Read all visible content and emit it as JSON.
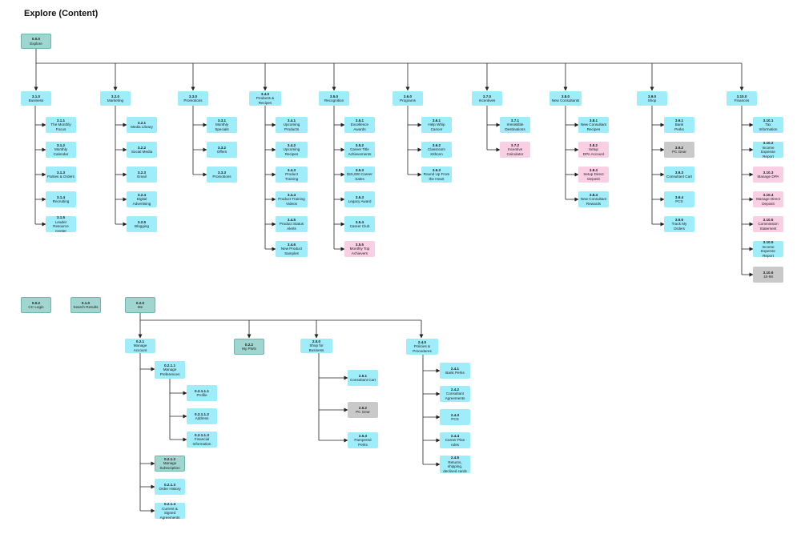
{
  "title": "Explore (Content)",
  "colors": {
    "cyan": "#9fecfb",
    "teal": "#9fd6cf",
    "pink": "#fbcfe3",
    "gray": "#c9c9c9",
    "line": "#222222"
  },
  "nodes": [
    {
      "id": "n-0",
      "code": "0.0.0",
      "label": "Explore",
      "kind": "teal"
    },
    {
      "id": "n-1",
      "code": "3.1.0",
      "label": "Business",
      "kind": "cyan"
    },
    {
      "id": "n-2",
      "code": "3.2.0",
      "label": "Marketing",
      "kind": "cyan"
    },
    {
      "id": "n-3",
      "code": "3.3.0",
      "label": "Promotions",
      "kind": "cyan"
    },
    {
      "id": "n-4",
      "code": "3.4.0",
      "label": "Products & Recipes",
      "kind": "cyan"
    },
    {
      "id": "n-5",
      "code": "3.5.0",
      "label": "Recognition",
      "kind": "cyan"
    },
    {
      "id": "n-6",
      "code": "3.6.0",
      "label": "Programs",
      "kind": "cyan"
    },
    {
      "id": "n-7",
      "code": "3.7.0",
      "label": "Incentives",
      "kind": "cyan"
    },
    {
      "id": "n-8",
      "code": "3.8.0",
      "label": "New Consultants",
      "kind": "cyan"
    },
    {
      "id": "n-9",
      "code": "3.9.0",
      "label": "Shop",
      "kind": "cyan"
    },
    {
      "id": "n-10",
      "code": "3.10.0",
      "label": "Finances",
      "kind": "cyan"
    },
    {
      "id": "c1-1",
      "code": "3.1.1",
      "label": "The Monthly Focus",
      "kind": "cyan"
    },
    {
      "id": "c1-2",
      "code": "3.1.2",
      "label": "Monthly\nCalendar",
      "kind": "cyan"
    },
    {
      "id": "c1-3",
      "code": "3.1.3",
      "label": "Parties & Orders",
      "kind": "cyan"
    },
    {
      "id": "c1-4",
      "code": "3.1.4",
      "label": "Recruiting",
      "kind": "cyan"
    },
    {
      "id": "c1-5",
      "code": "3.1.5",
      "label": "Leader Resource\nCenter",
      "kind": "cyan"
    },
    {
      "id": "c2-1",
      "code": "3.2.1",
      "label": "Media Library",
      "kind": "cyan"
    },
    {
      "id": "c2-2",
      "code": "3.2.2",
      "label": "Social Media",
      "kind": "cyan"
    },
    {
      "id": "c2-3",
      "code": "3.2.3",
      "label": "Email",
      "kind": "cyan"
    },
    {
      "id": "c2-4",
      "code": "3.2.4",
      "label": "Digital\nAdvertising",
      "kind": "cyan"
    },
    {
      "id": "c2-5",
      "code": "3.2.5",
      "label": "Blogging",
      "kind": "cyan"
    },
    {
      "id": "c3-1",
      "code": "3.3.1",
      "label": "Monthly\nSpecials",
      "kind": "cyan"
    },
    {
      "id": "c3-2",
      "code": "3.3.2",
      "label": "Offers",
      "kind": "cyan"
    },
    {
      "id": "c3-3",
      "code": "3.3.3",
      "label": "Promotions",
      "kind": "cyan"
    },
    {
      "id": "c4-1",
      "code": "3.4.1",
      "label": "Upcoming Products",
      "kind": "cyan"
    },
    {
      "id": "c4-2",
      "code": "3.4.2",
      "label": "Upcoming Recipes",
      "kind": "cyan"
    },
    {
      "id": "c4-3",
      "code": "3.4.3",
      "label": "Product\nTraining",
      "kind": "cyan"
    },
    {
      "id": "c4-4",
      "code": "3.4.4",
      "label": "Product Training\nVideos",
      "kind": "cyan"
    },
    {
      "id": "c4-5",
      "code": "3.4.5",
      "label": "Product Status\nAlerts",
      "kind": "cyan"
    },
    {
      "id": "c4-6",
      "code": "3.4.6",
      "label": "New Product\nSamples",
      "kind": "cyan"
    },
    {
      "id": "c5-1",
      "code": "3.5.1",
      "label": "Excellence Awards",
      "kind": "cyan"
    },
    {
      "id": "c5-2",
      "code": "3.5.2",
      "label": "Career Title\nAchievements",
      "kind": "cyan"
    },
    {
      "id": "c5-3",
      "code": "3.5.3",
      "label": "$15,000 Career\nSales",
      "kind": "cyan"
    },
    {
      "id": "c5-4",
      "code": "3.5.3",
      "label": "Legacy Award",
      "kind": "cyan"
    },
    {
      "id": "c5-5",
      "code": "3.5.4",
      "label": "Career Club",
      "kind": "cyan"
    },
    {
      "id": "c5-6",
      "code": "3.5.5",
      "label": "Monthly Top\nAchievers",
      "kind": "pink"
    },
    {
      "id": "c6-1",
      "code": "3.6.1",
      "label": "Help Whip Cancer",
      "kind": "cyan"
    },
    {
      "id": "c6-2",
      "code": "3.6.2",
      "label": "Classroom Kithcen",
      "kind": "cyan"
    },
    {
      "id": "c6-3",
      "code": "3.6.3",
      "label": "Round Up From\nthe Heart",
      "kind": "cyan"
    },
    {
      "id": "c7-1",
      "code": "3.7.1",
      "label": "Irresistible\nDestinations",
      "kind": "cyan"
    },
    {
      "id": "c7-2",
      "code": "3.7.2",
      "label": "Incentive\nCalculator",
      "kind": "pink"
    },
    {
      "id": "c8-1",
      "code": "3.8.1",
      "label": "New Consultant\nRecipes",
      "kind": "cyan"
    },
    {
      "id": "c8-2",
      "code": "3.8.2",
      "label": "Setup\nDPA Account",
      "kind": "pink"
    },
    {
      "id": "c8-3",
      "code": "3.8.3",
      "label": "Setup Direct\nDeposit",
      "kind": "pink"
    },
    {
      "id": "c8-4",
      "code": "3.8.4",
      "label": "New Consultant\nRewards",
      "kind": "cyan"
    },
    {
      "id": "c9-1",
      "code": "3.9.1",
      "label": "Bank\nPerks",
      "kind": "cyan"
    },
    {
      "id": "c9-2",
      "code": "3.9.2",
      "label": "PC Gear",
      "kind": "gray"
    },
    {
      "id": "c9-3",
      "code": "3.9.3",
      "label": "Consultant Cart",
      "kind": "cyan"
    },
    {
      "id": "c9-4",
      "code": "3.9.4",
      "label": "PCS",
      "kind": "cyan"
    },
    {
      "id": "c9-5",
      "code": "3.9.5",
      "label": "Track My\nOrders",
      "kind": "cyan"
    },
    {
      "id": "c10-1",
      "code": "3.10.1",
      "label": "Tax\nInformation",
      "kind": "cyan"
    },
    {
      "id": "c10-2",
      "code": "3.10.2",
      "label": "Income Expense\nReport",
      "kind": "cyan"
    },
    {
      "id": "c10-3",
      "code": "3.10.3",
      "label": "Manage DPA",
      "kind": "pink"
    },
    {
      "id": "c10-4",
      "code": "3.10.4",
      "label": "Manage Direct\nDeposit",
      "kind": "pink"
    },
    {
      "id": "c10-5",
      "code": "3.10.5",
      "label": "Commission\nStatement",
      "kind": "pink"
    },
    {
      "id": "c10-6",
      "code": "3.10.5",
      "label": "Income Expense\nReport",
      "kind": "cyan"
    },
    {
      "id": "c10-7",
      "code": "3.10.6",
      "label": "10-99",
      "kind": "gray"
    },
    {
      "id": "b-cc",
      "code": "0.0.2",
      "label": "CC Login",
      "kind": "teal"
    },
    {
      "id": "b-sr",
      "code": "0.1.0",
      "label": "Search Results",
      "kind": "teal"
    },
    {
      "id": "b-me",
      "code": "0.2.0",
      "label": "Me",
      "kind": "teal"
    },
    {
      "id": "m-1",
      "code": "0.2.1",
      "label": "Manage Account",
      "kind": "cyan"
    },
    {
      "id": "m-2",
      "code": "0.2.2",
      "label": "My PWS",
      "kind": "teal"
    },
    {
      "id": "m-3",
      "code": "2.5.0",
      "label": "Shop for Business",
      "kind": "cyan"
    },
    {
      "id": "m-4",
      "code": "2.4.0",
      "label": "Policies &\nProcedures",
      "kind": "cyan"
    },
    {
      "id": "ma-1",
      "code": "0.2.1.1",
      "label": "Manage\nPreferences",
      "kind": "cyan"
    },
    {
      "id": "ma-1a",
      "code": "0.2.1.1.1",
      "label": "Profile",
      "kind": "cyan"
    },
    {
      "id": "ma-1b",
      "code": "0.2.1.1.2",
      "label": "Address",
      "kind": "cyan"
    },
    {
      "id": "ma-1c",
      "code": "0.2.1.1.3",
      "label": "Financial\nInformation",
      "kind": "cyan"
    },
    {
      "id": "ma-2",
      "code": "0.2.1.2",
      "label": "Manage\nSubscription",
      "kind": "teal"
    },
    {
      "id": "ma-3",
      "code": "0.2.1.3",
      "label": "Order History",
      "kind": "cyan"
    },
    {
      "id": "ma-4",
      "code": "0.2.1.4",
      "label": "Current & Signed\nAgreements",
      "kind": "cyan"
    },
    {
      "id": "s-1",
      "code": "2.5.1",
      "label": "Consultant Cart",
      "kind": "cyan"
    },
    {
      "id": "s-2",
      "code": "2.5.2",
      "label": "PC Gear",
      "kind": "gray"
    },
    {
      "id": "s-3",
      "code": "2.5.3",
      "label": "Pampered Perks",
      "kind": "cyan"
    },
    {
      "id": "p-1",
      "code": "2.4.1",
      "label": "Bank Perks",
      "kind": "cyan"
    },
    {
      "id": "p-2",
      "code": "2.4.2",
      "label": "Consultant\nAgreements",
      "kind": "cyan"
    },
    {
      "id": "p-3",
      "code": "2.4.3",
      "label": "PCS",
      "kind": "cyan"
    },
    {
      "id": "p-4",
      "code": "2.4.4",
      "label": "Career Plan rules",
      "kind": "cyan"
    },
    {
      "id": "p-5",
      "code": "2.4.5",
      "label": "Returns, shipping,\ndeclined cards",
      "kind": "cyan"
    }
  ]
}
